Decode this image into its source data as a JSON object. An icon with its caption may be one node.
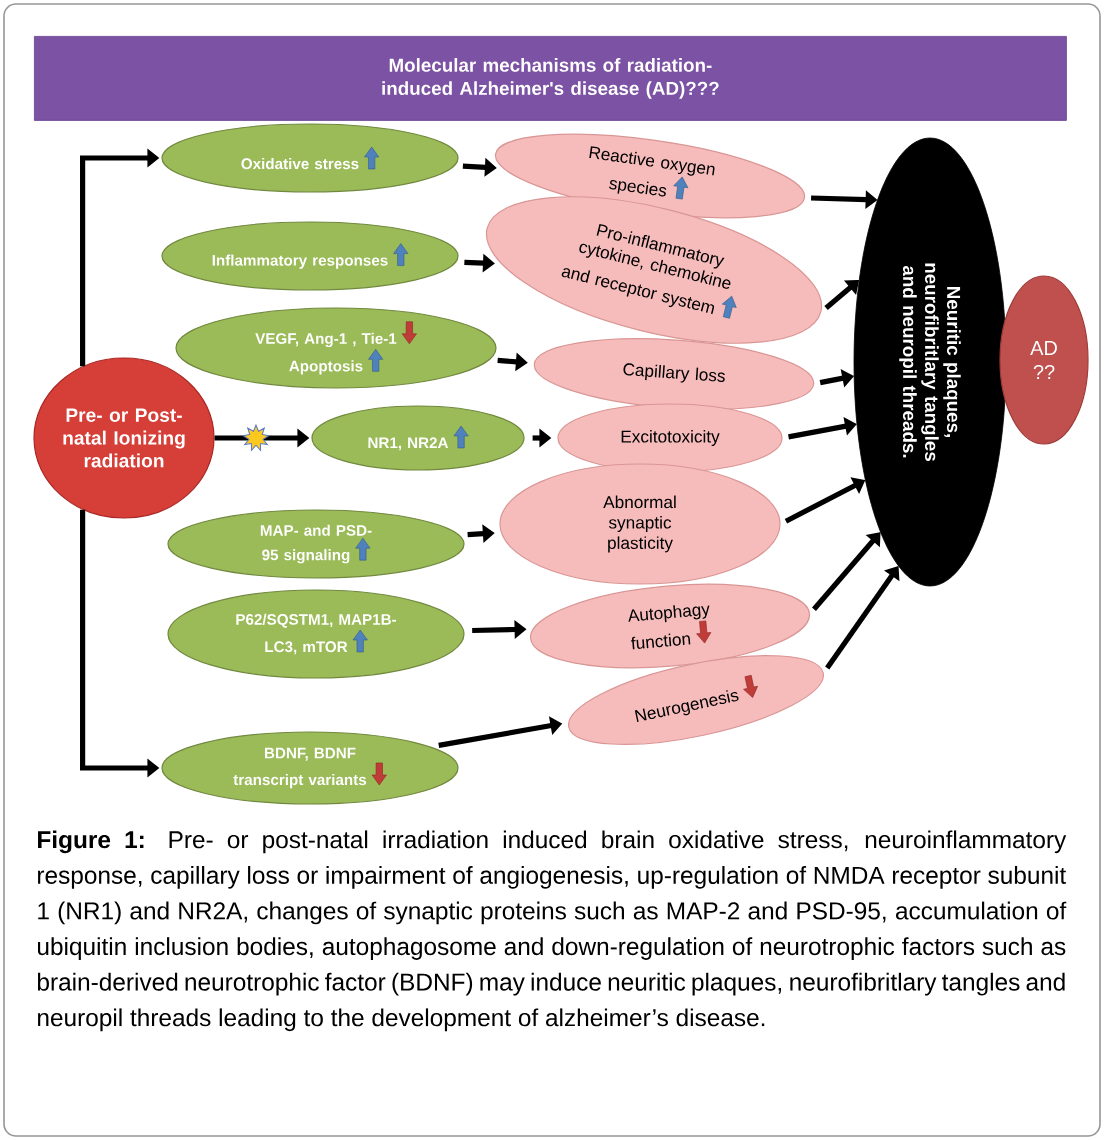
{
  "diagram": {
    "title": "Molecular mechanisms of radiation-induced Alzheimer's disease (AD)???",
    "caption": "**Figure 1:** Pre- or post-natal irradiation induced brain oxidative stress, neuroinflammatory response, capillary loss or impairment of angiogenesis, up-regulation of NMDA receptor subunit 1 (NR1) and NR2A, changes of synaptic proteins such as MAP-2 and PSD-95, accumulation of ubiquitin inclusion bodies, autophagosome and down-regulation of neurotrophic factors such as brain-derived neurotrophic factor (BDNF) may induce neuritic plaques, neurofibritlary tangles and neuropil threads leading to the development of alzheimer’s disease.",
    "nodes": [
      {
        "text": [
          "Oxidative stress"
        ]
      },
      {
        "text": [
          "Reactive oxygen species"
        ]
      },
      {
        "text": [
          "Inflammatory responses"
        ]
      },
      {
        "text": [
          "Pro-inflammatory cytokine, chemokine and receptor system"
        ]
      },
      {
        "text": [
          "Neuritic plaques, neurofibritlary tangles and neuropil threads."
        ]
      },
      {
        "text": [
          "AD ??"
        ]
      },
      {
        "text": [
          "VEGF, Ang-1 , Tie-1",
          "Apoptosis"
        ]
      },
      {
        "text": [
          "Capillary loss"
        ]
      },
      {
        "text": [
          "Pre- or Post- natal Ionizing radiation"
        ]
      },
      {
        "text": [
          "NR1, NR2A"
        ]
      },
      {
        "text": [
          "Excitotoxicity"
        ]
      },
      {
        "text": [
          "MAP- and PSD-95 signaling"
        ]
      },
      {
        "text": [
          "Abnormal synaptic plasticity"
        ]
      },
      {
        "text": [
          "P62/SQSTM1, MAP1B-LC3, mTOR"
        ]
      },
      {
        "text": [
          "Autophagy function"
        ]
      },
      {
        "text": [
          "Neurogenesis"
        ]
      },
      {
        "text": [
          "BDNF, BDNF transcript variants"
        ]
      }
    ],
    "edges": [
      {
        "from": 8,
        "to": 0,
        "arrow": "to"
      },
      {
        "from": 8,
        "to": 9,
        "arrow": "to"
      },
      {
        "from": 8,
        "to": 16,
        "arrow": "to"
      },
      {
        "from": 0,
        "to": 1,
        "arrow": "to"
      },
      {
        "from": 2,
        "to": 3,
        "arrow": "to"
      },
      {
        "from": 6,
        "to": 7,
        "arrow": "to"
      },
      {
        "from": 9,
        "to": 10,
        "arrow": "to"
      },
      {
        "from": 11,
        "to": 12,
        "arrow": "to"
      },
      {
        "from": 13,
        "to": 14,
        "arrow": "to"
      },
      {
        "from": 16,
        "to": 15,
        "arrow": "to"
      },
      {
        "from": 1,
        "to": 4,
        "arrow": "to"
      },
      {
        "from": 3,
        "to": 4,
        "arrow": "to"
      },
      {
        "from": 7,
        "to": 4,
        "arrow": "to"
      },
      {
        "from": 10,
        "to": 4,
        "arrow": "to"
      },
      {
        "from": 12,
        "to": 4,
        "arrow": "to"
      },
      {
        "from": 14,
        "to": 4,
        "arrow": "to"
      },
      {
        "from": 15,
        "to": 4,
        "arrow": "to"
      }
    ]
  }
}
